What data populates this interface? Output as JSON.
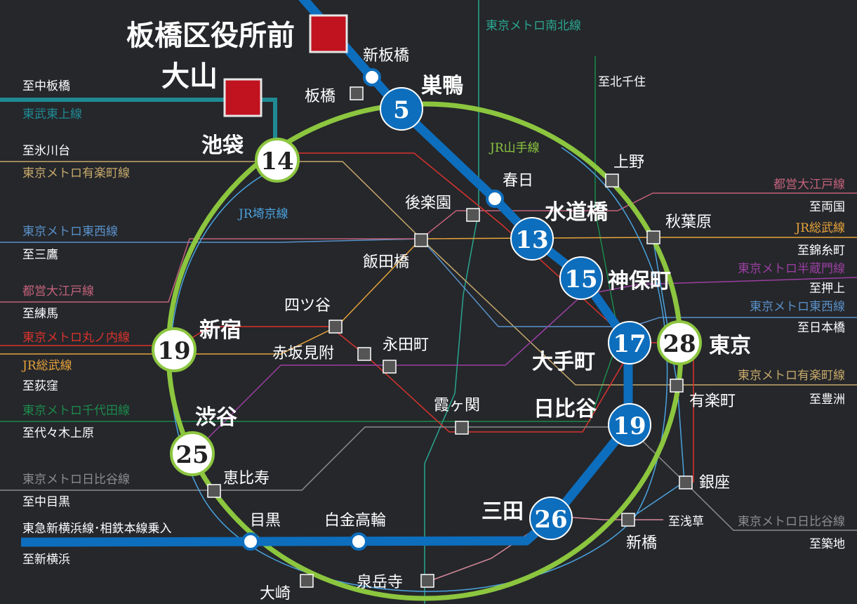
{
  "colors": {
    "background": "#25272b",
    "mita_line": "#0d6ebd",
    "yamanote": "#8cc63f",
    "keihin": "#4aa3df",
    "tobu_tojo": "#1f8a94",
    "yurakucho": "#c7a96a",
    "tozai": "#5a90c8",
    "oedo": "#c4627a",
    "marunouchi": "#d9322c",
    "sobu": "#e8a33a",
    "chiyoda": "#1c8a4b",
    "hibiya": "#8c8c8c",
    "hanzomon": "#9b3fa1",
    "namboku": "#2aa58e",
    "asakusa": "#d88a9a",
    "red_marker": "#c1121f"
  },
  "stations_major": {
    "itabashi_kuyakushomae": "板橋区役所前",
    "oyama": "大山",
    "sugamo": "巣鴨",
    "ikebukuro": "池袋",
    "suidobashi": "水道橋",
    "jimbocho": "神保町",
    "otemachi": "大手町",
    "tokyo": "東京",
    "hibiya": "日比谷",
    "shinjuku": "新宿",
    "shibuya": "渋谷",
    "mita": "三田"
  },
  "stations_minor": {
    "shin_itabashi": "新板橋",
    "itabashi": "板橋",
    "kasuga": "春日",
    "korakuen": "後楽園",
    "iidabashi": "飯田橋",
    "ueno": "上野",
    "akihabara": "秋葉原",
    "yotsuya": "四ツ谷",
    "akasaka_mitsuke": "赤坂見附",
    "nagatacho": "永田町",
    "kasumigaseki": "霞ヶ関",
    "yurakucho": "有楽町",
    "ebisu": "恵比寿",
    "ginza": "銀座",
    "meguro": "目黒",
    "shirokane_takanawa": "白金高輪",
    "shimbashi": "新橋",
    "sengakuji": "泉岳寺",
    "osaki": "大崎"
  },
  "times": {
    "sugamo": "5",
    "ikebukuro": "14",
    "suidobashi": "13",
    "jimbocho": "15",
    "otemachi": "17",
    "tokyo": "28",
    "shinjuku": "19",
    "hibiya": "19",
    "shibuya": "25",
    "mita": "26"
  },
  "left_labels": [
    {
      "line": "",
      "dest": "至中板橋"
    },
    {
      "line": "東武東上線",
      "dest": ""
    },
    {
      "line": "",
      "dest": "至氷川台"
    },
    {
      "line": "東京メトロ有楽町線",
      "dest": ""
    },
    {
      "line": "東京メトロ東西線",
      "dest": ""
    },
    {
      "line": "",
      "dest": "至三鷹"
    },
    {
      "line": "都営大江戸線",
      "dest": ""
    },
    {
      "line": "",
      "dest": "至練馬"
    },
    {
      "line": "東京メトロ丸ノ内線",
      "dest": ""
    },
    {
      "line": "JR総武線",
      "dest": ""
    },
    {
      "line": "",
      "dest": "至荻窪"
    },
    {
      "line": "東京メトロ千代田線",
      "dest": ""
    },
    {
      "line": "",
      "dest": "至代々木上原"
    },
    {
      "line": "東京メトロ日比谷線",
      "dest": ""
    },
    {
      "line": "",
      "dest": "至中目黒"
    },
    {
      "line": "東急新横浜線･相鉄本線乗入",
      "dest": ""
    },
    {
      "line": "",
      "dest": "至新横浜"
    }
  ],
  "right_labels": [
    {
      "line": "都営大江戸線",
      "dest": "至両国"
    },
    {
      "line": "JR総武線",
      "dest": "至錦糸町"
    },
    {
      "line": "東京メトロ半蔵門線",
      "dest": "至押上"
    },
    {
      "line": "東京メトロ東西線",
      "dest": "至日本橋"
    },
    {
      "line": "東京メトロ有楽町線",
      "dest": "至豊洲"
    },
    {
      "line": "東京メトロ日比谷線",
      "dest": "至築地"
    }
  ],
  "top_labels": {
    "namboku": "東京メトロ南北線",
    "kita_senju": "至北千住",
    "yamanote": "JR山手線",
    "saikyo": "JR埼京線",
    "asakusa": "至浅草"
  }
}
